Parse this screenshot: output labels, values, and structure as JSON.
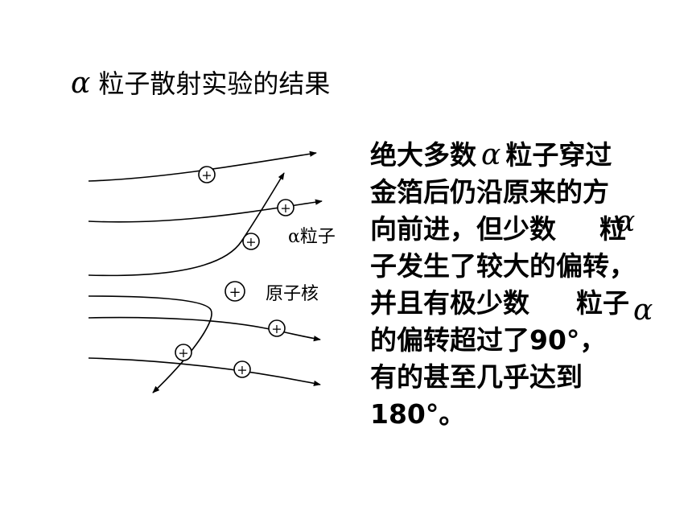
{
  "title": {
    "symbol": "α",
    "text": "粒子散射实验的结果"
  },
  "diagram": {
    "particle_label": "α粒子",
    "nucleus_label": "原子核",
    "plus_sign": "+"
  },
  "description": {
    "lines": [
      {
        "a": "绝大多数",
        "alpha": "α",
        "b": "粒子穿过"
      },
      {
        "text": "金箔后仍沿原来的方"
      },
      {
        "a": "向前进，但少数",
        "b": "粒"
      },
      {
        "text": "子发生了较大的偏转，"
      },
      {
        "a": "并且有极少数",
        "b": "粒子"
      },
      {
        "text": "的偏转超过了90°，"
      },
      {
        "text": "有的甚至几乎达到"
      },
      {
        "text": "180°。"
      }
    ],
    "floating_alphas": [
      "α",
      "α"
    ]
  }
}
